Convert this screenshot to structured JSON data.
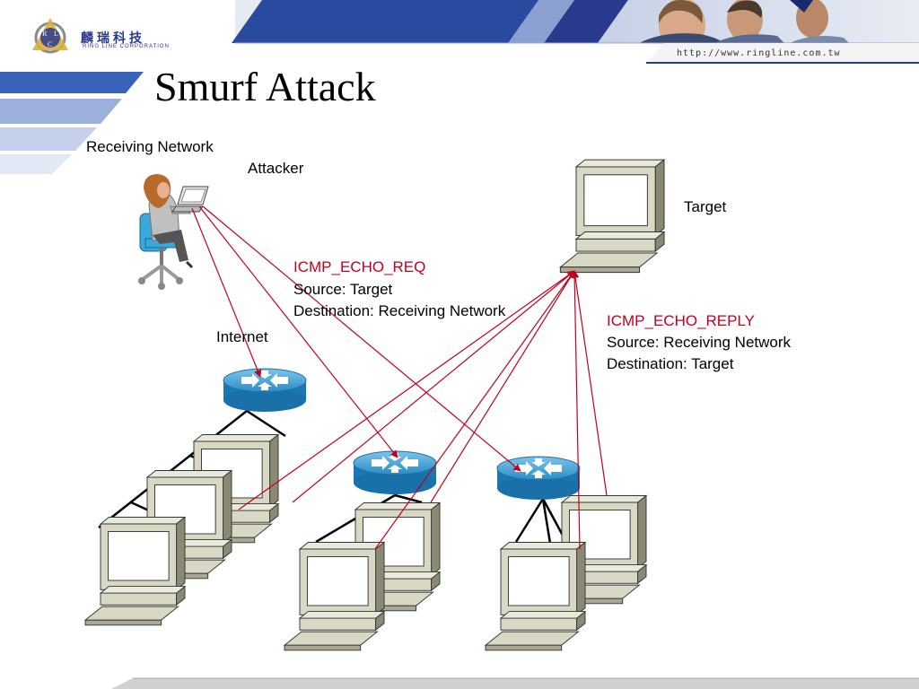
{
  "header": {
    "url": "http://www.ringline.com.tw",
    "logo_cn": "麟瑞科技",
    "logo_en": "RING LINE CORPORATION",
    "logo_letters": [
      "R",
      "L",
      "C"
    ]
  },
  "slide": {
    "title": "Smurf Attack"
  },
  "labels": {
    "receiving_network": "Receiving Network",
    "attacker": "Attacker",
    "target": "Target",
    "internet": "Internet"
  },
  "request": {
    "type": "ICMP_ECHO_REQ",
    "source": "Source: Target",
    "destination": "Destination: Receiving Network"
  },
  "reply": {
    "type": "ICMP_ECHO_REPLY",
    "source": "Source: Receiving Network",
    "destination": "Destination: Target"
  },
  "colors": {
    "arrow": "#c00020",
    "router": "#2a8cc4",
    "computer_body": "#d8d8c4",
    "header_blue": "#2a4aa0"
  }
}
